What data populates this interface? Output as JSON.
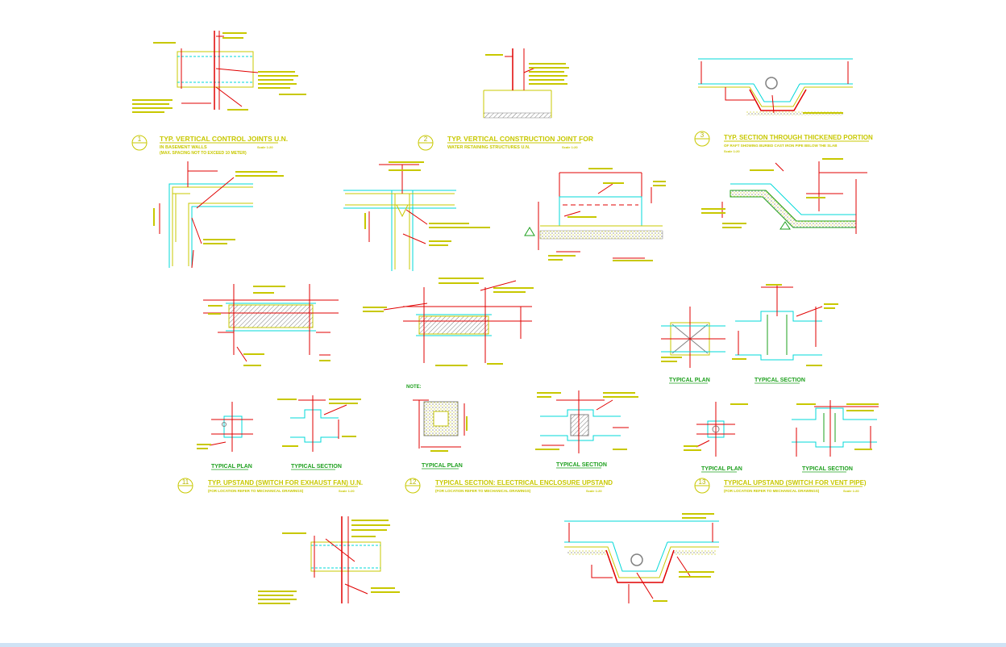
{
  "details": [
    {
      "num": "1",
      "title": "TYP. VERTICAL CONTROL JOINTS U.N.",
      "sub1": "IN BASEMENT WALLS",
      "sub2": "(MAX. SPACING NOT TO EXCEED 10 METER)",
      "scale": "Scale 1:20"
    },
    {
      "num": "2",
      "title": "TYP. VERTICAL CONSTRUCTION JOINT FOR",
      "sub1": "WATER RETAINING STRUCTURES U.N.",
      "scale": "Scale 1:20"
    },
    {
      "num": "3",
      "title": "TYP. SECTION THROUGH THICKENED PORTION",
      "sub1": "OF RAFT SHOWING BURIED CAST IRON PIPE BELOW THE SLAB",
      "scale": "Scale 1:20"
    },
    {
      "num": "11",
      "title": "TYP. UPSTAND (SWITCH FOR EXHAUST FAN) U.N.",
      "sub1": "(FOR LOCATION REFER TO MECHANICAL DRAWINGS)",
      "scale": "Scale 1:20"
    },
    {
      "num": "12",
      "title": "TYPICAL SECTION: ELECTRICAL ENCLOSURE UPSTAND",
      "sub1": "(FOR LOCATION REFER TO MECHANICAL DRAWINGS)",
      "scale": "Scale 1:20"
    },
    {
      "num": "13",
      "title": "TYPICAL UPSTAND (SWITCH FOR VENT PIPE)",
      "sub1": "(FOR LOCATION REFER TO MECHANICAL DRAWINGS)",
      "scale": "Scale 1:20"
    }
  ],
  "labels": {
    "typical_plan": "TYPICAL PLAN",
    "typical_section": "TYPICAL SECTION",
    "note": "NOTE:"
  },
  "colors": {
    "background": "#ffffff",
    "red": "#e00000",
    "cyan": "#00d8d8",
    "yellow": "#c8c800",
    "green": "#1ea01e",
    "gray": "#808080"
  }
}
